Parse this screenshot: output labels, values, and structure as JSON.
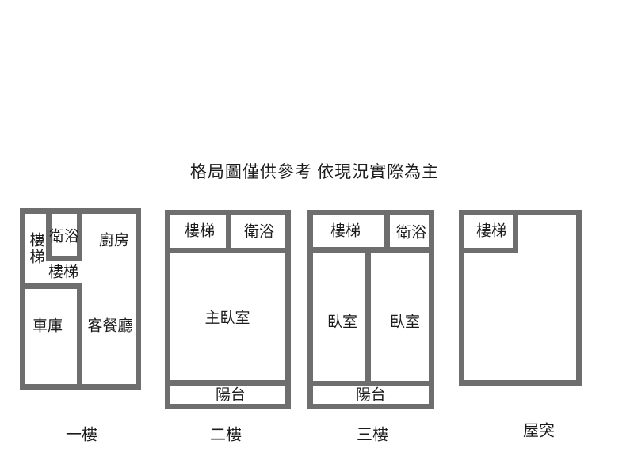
{
  "title": "格局圖僅供參考 依現況實際為主",
  "colors": {
    "wall": "#6e6e6e",
    "text": "#1c1c1c",
    "background": "#ffffff"
  },
  "floors": [
    {
      "label": "一樓",
      "rooms": {
        "stairs_side": "樓梯",
        "bathroom": "衛浴",
        "kitchen": "廚房",
        "stairs_mid": "樓梯",
        "garage": "車庫",
        "living_dining": "客餐廳"
      }
    },
    {
      "label": "二樓",
      "rooms": {
        "stairs": "樓梯",
        "bathroom": "衛浴",
        "master_bedroom": "主臥室",
        "balcony": "陽台"
      }
    },
    {
      "label": "三樓",
      "rooms": {
        "stairs": "樓梯",
        "bathroom": "衛浴",
        "bedroom_left": "臥室",
        "bedroom_right": "臥室",
        "balcony": "陽台"
      }
    },
    {
      "label": "屋突",
      "rooms": {
        "stairs": "樓梯"
      }
    }
  ]
}
